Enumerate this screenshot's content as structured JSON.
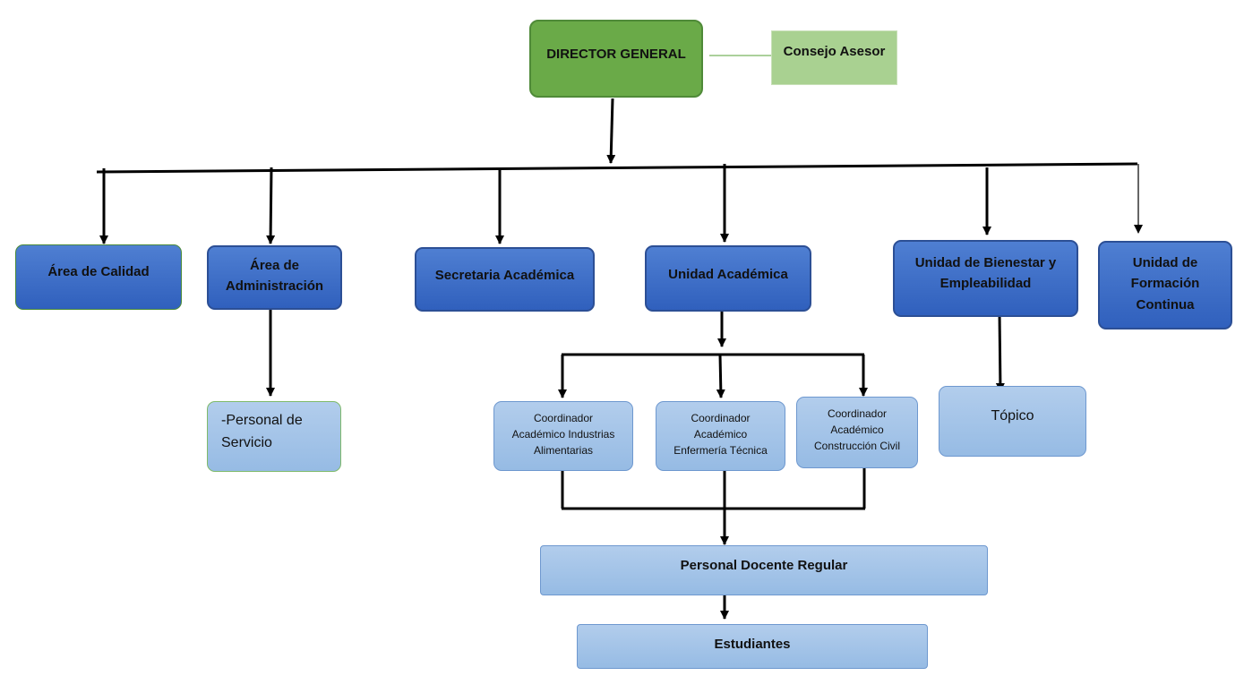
{
  "director": "DIRECTOR GENERAL",
  "consejo": "Consejo Asesor",
  "areas": {
    "calidad": "Área de Calidad",
    "administracion": [
      "Área de",
      "Administración"
    ],
    "secretaria": "Secretaria Académica",
    "academica": "Unidad Académica",
    "bienestar": [
      "Unidad de Bienestar y",
      "Empleabilidad"
    ],
    "formacion": [
      "Unidad de",
      "Formación",
      "Continua"
    ]
  },
  "sub": {
    "personal_servicio": [
      "-Personal de",
      "Servicio"
    ],
    "coord_industrias": [
      "Coordinador",
      "Académico Industrias",
      "Alimentarias"
    ],
    "coord_enfermeria": [
      "Coordinador",
      "Académico",
      "Enfermería Técnica"
    ],
    "coord_construccion": [
      "Coordinador",
      "Académico",
      "Construcción Civil"
    ],
    "topico": "Tópico",
    "docente": "Personal Docente Regular",
    "estudiantes": "Estudiantes"
  },
  "colors": {
    "director": "#6aaa48",
    "consejo": "#a9d191",
    "area": "#3f6fc8",
    "sub": "#a4c4e8"
  }
}
